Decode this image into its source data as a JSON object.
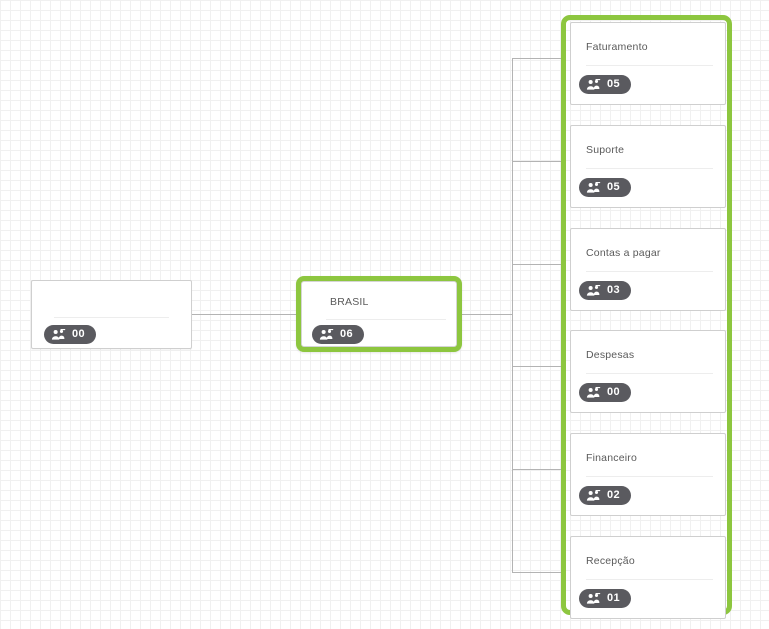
{
  "chart_data": {
    "type": "diagram",
    "diagram_kind": "org-chart",
    "orientation": "horizontal-left-to-right",
    "nodes": [
      {
        "id": "root",
        "title": "",
        "count": "00",
        "selected": false,
        "level": 0
      },
      {
        "id": "brasil",
        "title": "BRASIL",
        "count": "06",
        "selected": true,
        "level": 1
      },
      {
        "id": "c1",
        "title": "Faturamento",
        "count": "05",
        "selected": false,
        "level": 2
      },
      {
        "id": "c2",
        "title": "Suporte",
        "count": "05",
        "selected": false,
        "level": 2
      },
      {
        "id": "c3",
        "title": "Contas a pagar",
        "count": "03",
        "selected": false,
        "level": 2
      },
      {
        "id": "c4",
        "title": "Despesas",
        "count": "00",
        "selected": false,
        "level": 2
      },
      {
        "id": "c5",
        "title": "Financeiro",
        "count": "02",
        "selected": false,
        "level": 2
      },
      {
        "id": "c6",
        "title": "Recepção",
        "count": "01",
        "selected": false,
        "level": 2
      }
    ],
    "edges": [
      {
        "from": "root",
        "to": "brasil"
      },
      {
        "from": "brasil",
        "to": "c1"
      },
      {
        "from": "brasil",
        "to": "c2"
      },
      {
        "from": "brasil",
        "to": "c3"
      },
      {
        "from": "brasil",
        "to": "c4"
      },
      {
        "from": "brasil",
        "to": "c5"
      },
      {
        "from": "brasil",
        "to": "c6"
      }
    ]
  },
  "root_node": {
    "title": "",
    "count": "00",
    "badge_icon": "users-group-icon"
  },
  "brasil_node": {
    "title": "BRASIL",
    "count": "06",
    "badge_icon": "users-group-icon"
  },
  "children": [
    {
      "title": "Faturamento",
      "count": "05",
      "badge_icon": "users-group-icon"
    },
    {
      "title": "Suporte",
      "count": "05",
      "badge_icon": "users-group-icon"
    },
    {
      "title": "Contas a pagar",
      "count": "03",
      "badge_icon": "users-group-icon"
    },
    {
      "title": "Despesas",
      "count": "00",
      "badge_icon": "users-group-icon"
    },
    {
      "title": "Financeiro",
      "count": "02",
      "badge_icon": "users-group-icon"
    },
    {
      "title": "Recepção",
      "count": "01",
      "badge_icon": "users-group-icon"
    }
  ],
  "colors": {
    "selection_green": "#8dc63f",
    "badge_gray": "#5a5a5f",
    "card_border": "#cfcfcf",
    "connector": "#b3b3b3",
    "title_text": "#5a5a5a",
    "canvas_background": "#ffffff",
    "grid_line": "#f0f0f0"
  }
}
